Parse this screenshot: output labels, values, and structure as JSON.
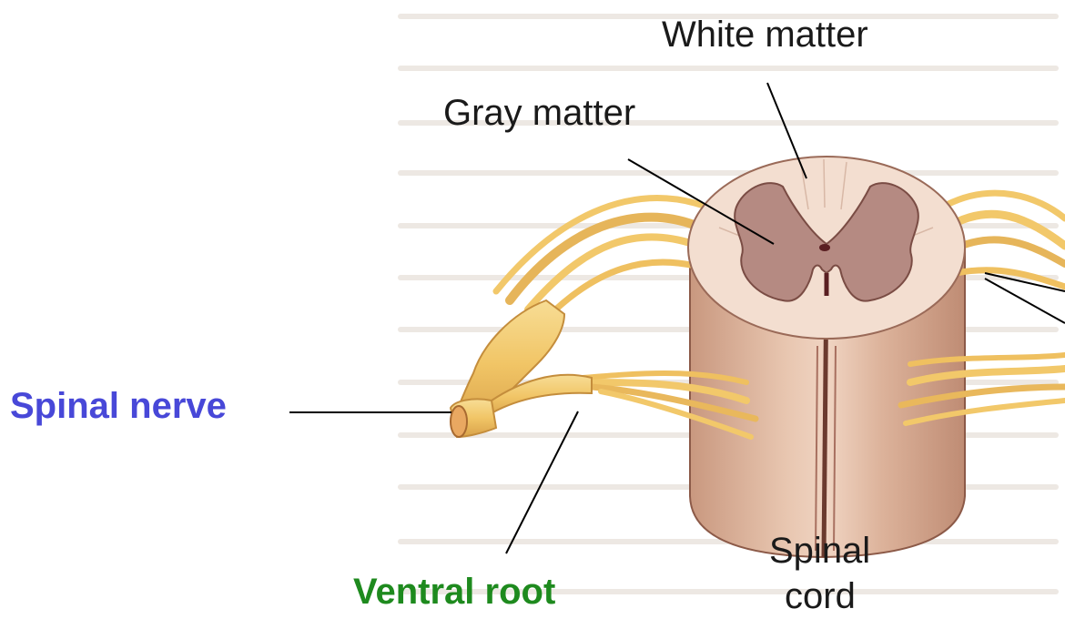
{
  "labels": {
    "white_matter": "White matter",
    "gray_matter": "Gray matter",
    "spinal_nerve": "Spinal nerve",
    "ventral_root": "Ventral root",
    "spinal_cord_line1": "Spinal",
    "spinal_cord_line2": "cord"
  },
  "colors": {
    "spinal_nerve_label": "#4848d8",
    "ventral_root_label": "#1e8a1e",
    "gray_matter": "#b58a82",
    "white_matter": "#f3ded0",
    "nerve": "#f2c86a",
    "cord_body": "#dcb49e",
    "background_text": "#ece6e0"
  }
}
